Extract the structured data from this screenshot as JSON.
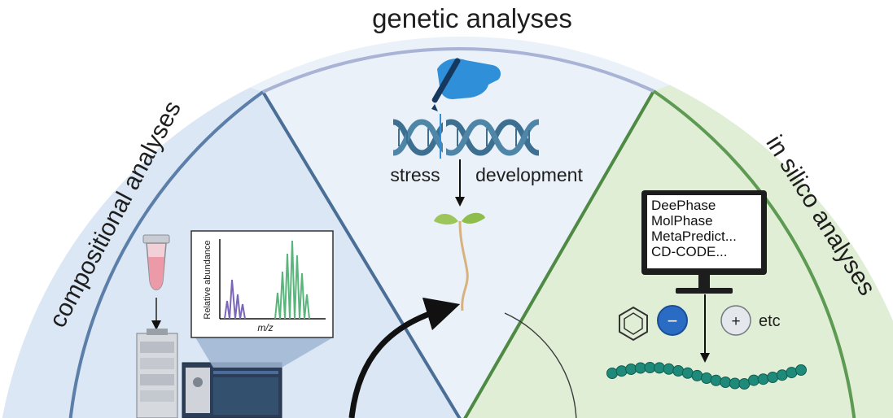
{
  "sections": {
    "top_title": "genetic analyses",
    "left_title": "compositional analyses",
    "right_title": "in silico analyses"
  },
  "genetic": {
    "stress_label": "stress",
    "development_label": "development"
  },
  "mass_spec_plot": {
    "y_axis_label": "Relative abundance",
    "x_axis_label": "m/z"
  },
  "computer_screen": {
    "lines": [
      "DeePhase",
      "MolPhase",
      "MetaPredict...",
      "CD-CODE..."
    ]
  },
  "charge_symbols": {
    "minus": "−",
    "plus": "+",
    "etc_label": "etc"
  },
  "colors": {
    "left_fill": "#dbe7f4",
    "center_fill": "#eaf1f9",
    "right_fill": "#e1eed6",
    "left_divider": "#4a6e96",
    "right_divider": "#4f8a44",
    "rim": "#9fb0cf",
    "dna_blue": "#3d6f91",
    "hand_blue": "#2f8fd8",
    "chain_teal": "#1f8a7a",
    "minus_circle": "#2a6bc4"
  }
}
